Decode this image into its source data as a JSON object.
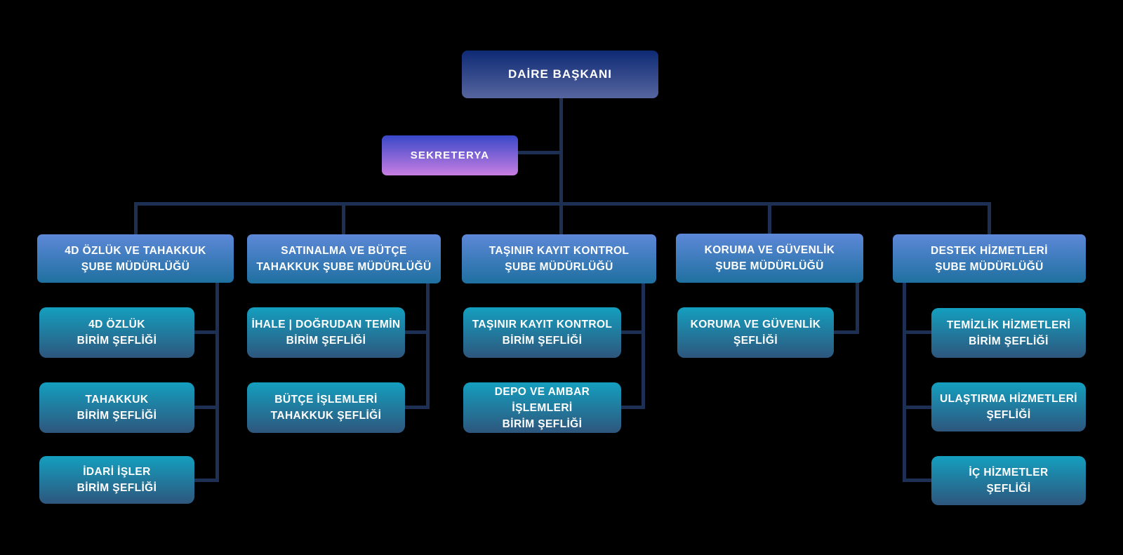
{
  "colors": {
    "background": "#000000",
    "connector": "#1d3054",
    "daire_gradient_top": "#0e2a74",
    "daire_gradient_bottom": "#56659f",
    "sekreterya_gradient_top": "#3848c8",
    "sekreterya_gradient_bottom": "#c97ee2",
    "branch_gradient_top": "#5d88d8",
    "branch_gradient_bottom": "#1f70a0",
    "child_gradient_top": "#149fbf",
    "child_gradient_bottom": "#2e567d",
    "text": "#ffffff"
  },
  "nodes": {
    "daire": {
      "label": "DAİRE BAŞKANI"
    },
    "sekreterya": {
      "label": "SEKRETERYA"
    }
  },
  "branches": [
    {
      "label": "4D ÖZLÜK VE TAHAKKUK\nŞUBE MÜDÜRLÜĞÜ",
      "children": [
        {
          "label": "4D ÖZLÜK\nBİRİM ŞEFLİĞİ"
        },
        {
          "label": "TAHAKKUK\nBİRİM ŞEFLİĞİ"
        },
        {
          "label": "İDARİ İŞLER\nBİRİM ŞEFLİĞİ"
        }
      ]
    },
    {
      "label": "SATINALMA VE BÜTÇE\nTAHAKKUK ŞUBE MÜDÜRLÜĞÜ",
      "children": [
        {
          "label": "İHALE | DOĞRUDAN TEMİN\nBİRİM ŞEFLİĞİ"
        },
        {
          "label": "BÜTÇE İŞLEMLERİ\nTAHAKKUK ŞEFLİĞİ"
        }
      ]
    },
    {
      "label": "TAŞINIR KAYIT KONTROL\nŞUBE MÜDÜRLÜĞÜ",
      "children": [
        {
          "label": "TAŞINIR KAYIT KONTROL\nBİRİM ŞEFLİĞİ"
        },
        {
          "label": "DEPO VE AMBAR İŞLEMLERİ\nBİRİM ŞEFLİĞİ"
        }
      ]
    },
    {
      "label": "KORUMA VE GÜVENLİK\nŞUBE MÜDÜRLÜĞÜ",
      "children": [
        {
          "label": "KORUMA VE GÜVENLİK\nŞEFLİĞİ"
        }
      ]
    },
    {
      "label": "DESTEK HİZMETLERİ\nŞUBE MÜDÜRLÜĞÜ",
      "children": [
        {
          "label": "TEMİZLİK HİZMETLERİ\nBİRİM ŞEFLİĞİ"
        },
        {
          "label": "ULAŞTIRMA HİZMETLERİ\nŞEFLİĞİ"
        },
        {
          "label": "İÇ HİZMETLER\nŞEFLİĞİ"
        }
      ]
    }
  ]
}
